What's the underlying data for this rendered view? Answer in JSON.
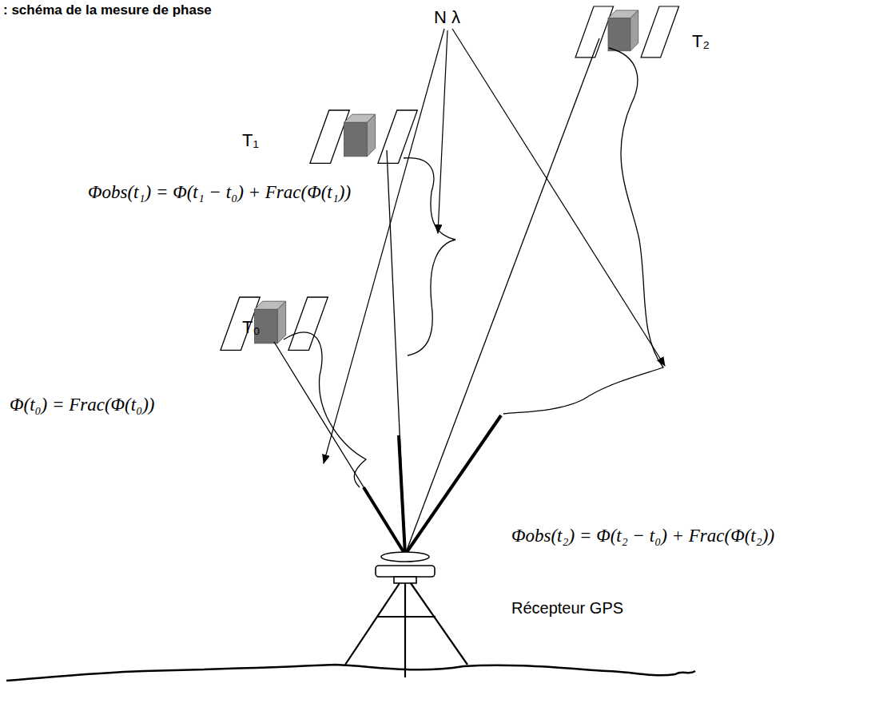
{
  "diagram": {
    "title": ": schéma de la mesure de phase",
    "labels": [
      "N λ",
      "T₂",
      "T₁",
      "Φobs(t₁) = Φ(t₁ − t₀) + Frac(Φ(t₁))",
      "T₀",
      "Φ(t₀) = Frac(Φ(t₀))",
      "Φobs(t₂) = Φ(t₂ − t₀) + Frac(Φ(t₂))",
      "Récepteur GPS"
    ]
  }
}
